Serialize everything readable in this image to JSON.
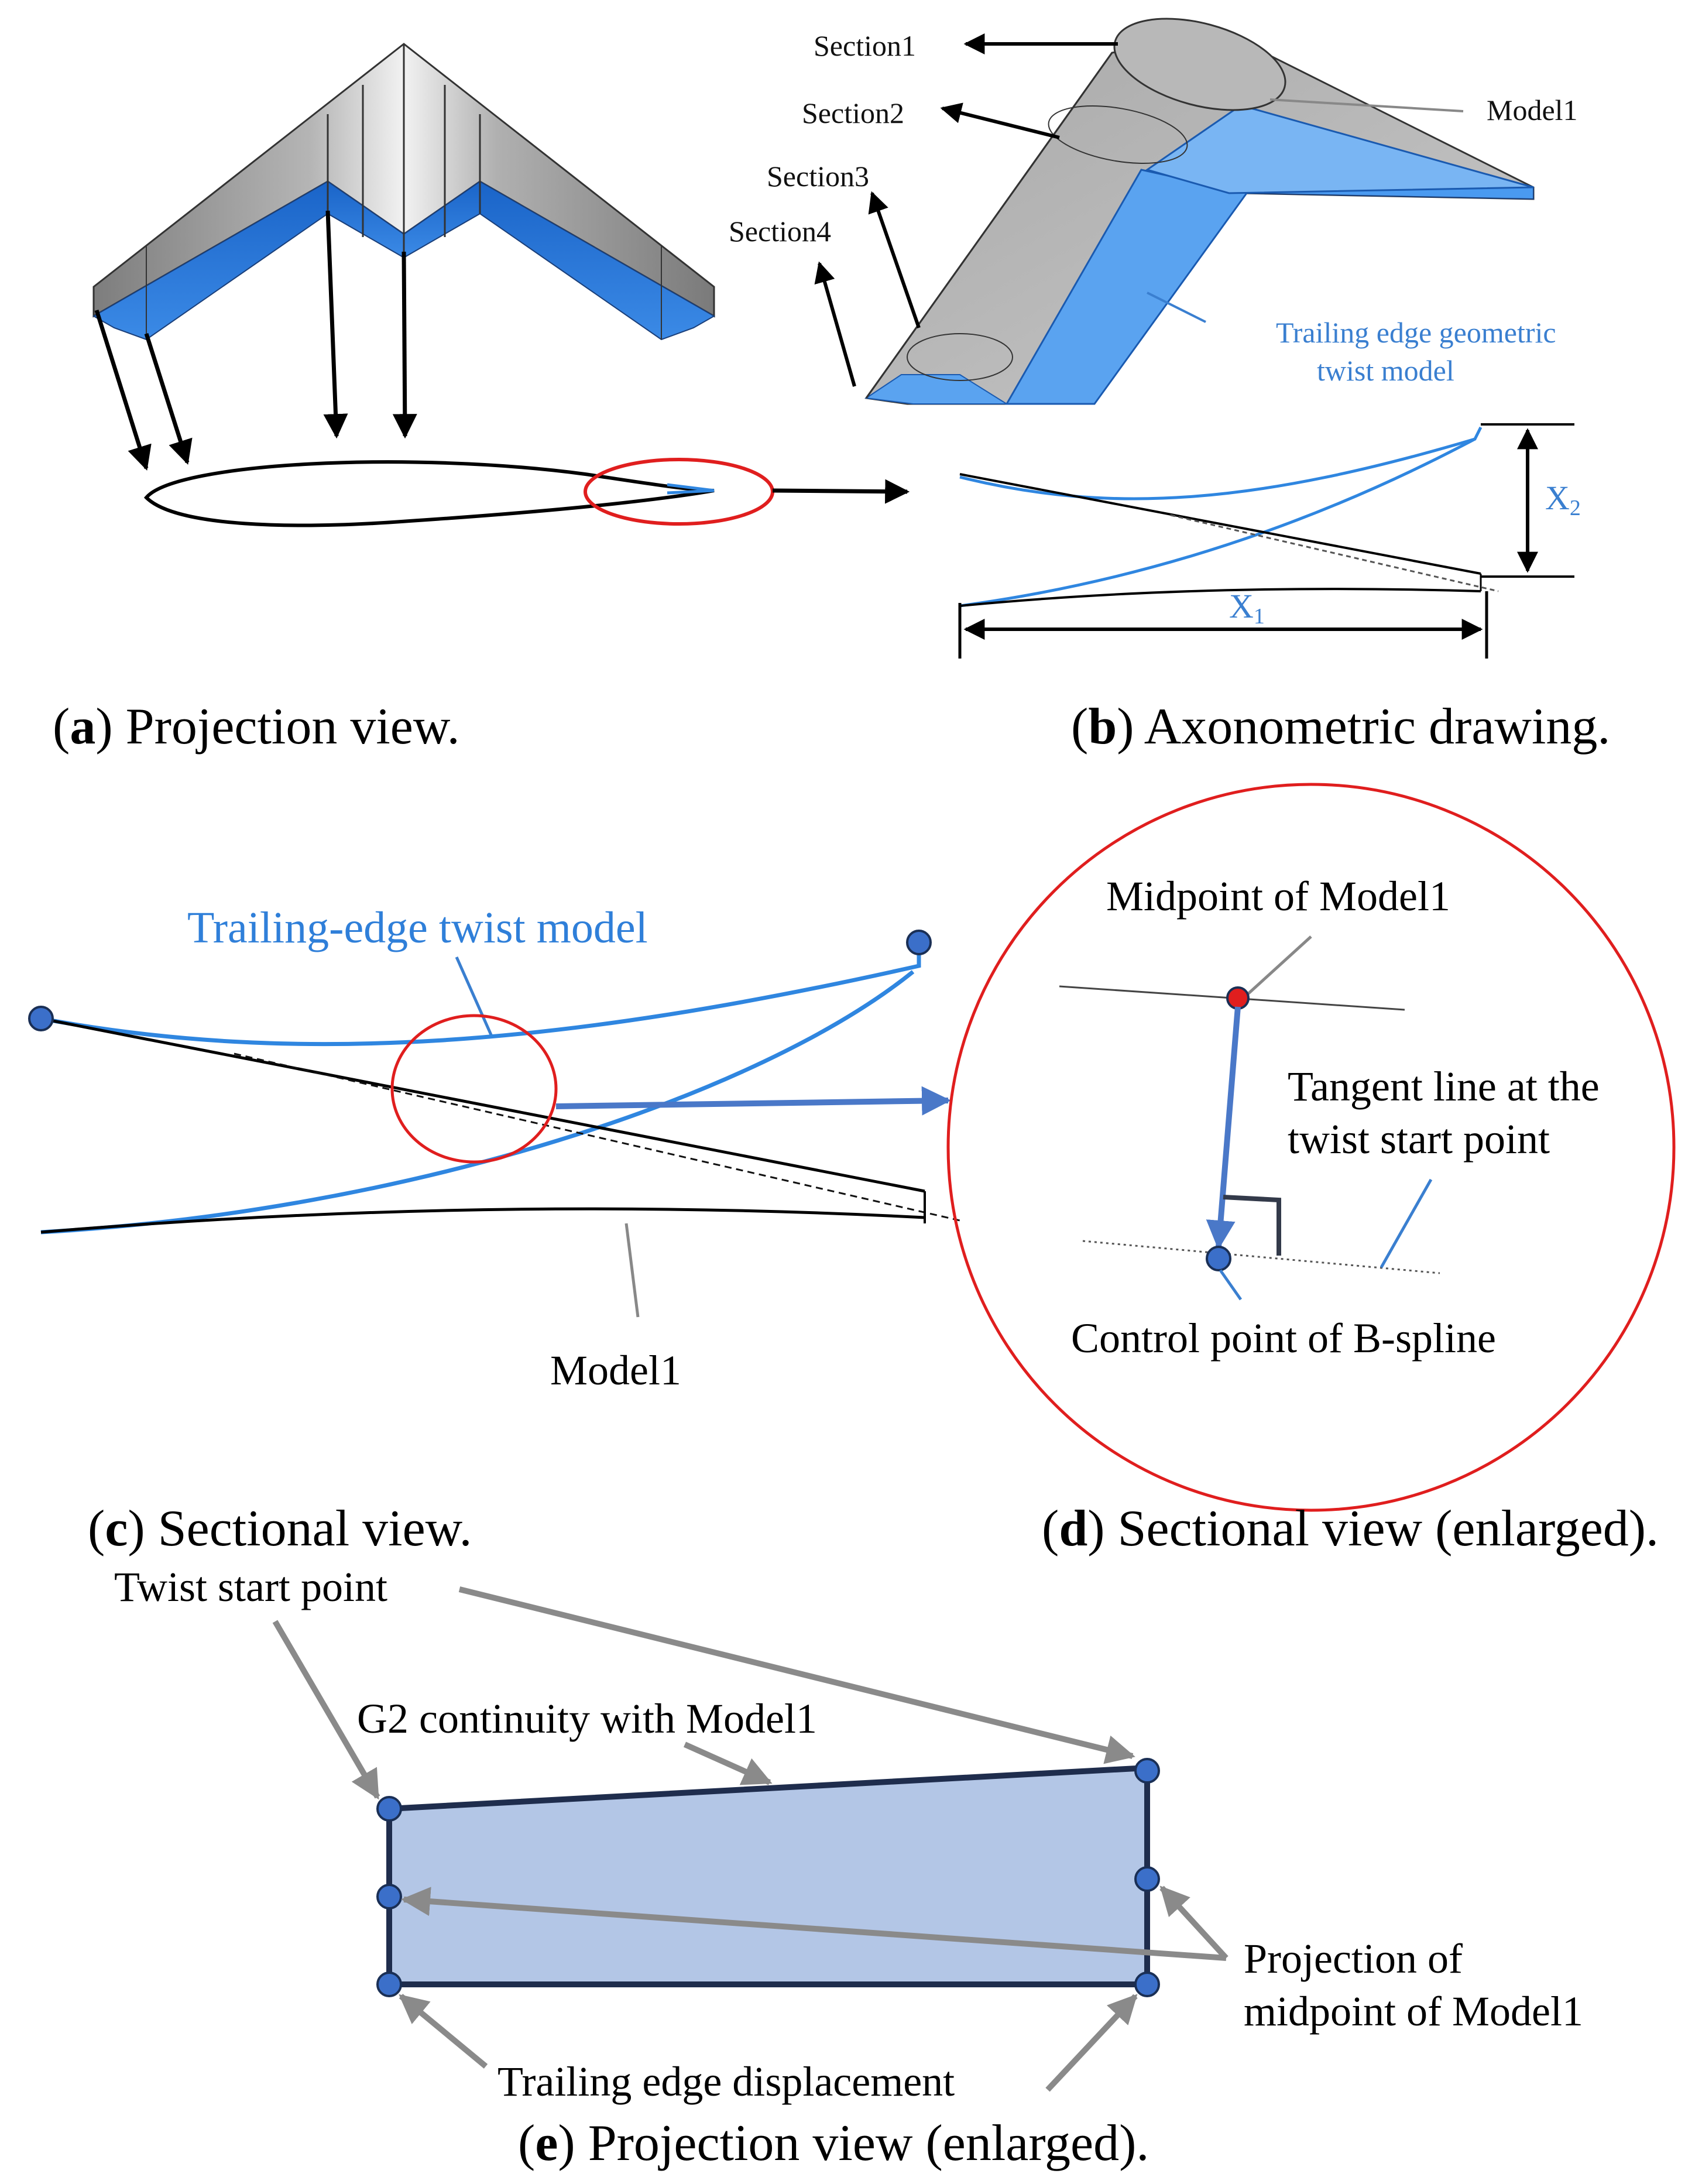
{
  "panel_a": {
    "caption_letter": "a",
    "caption_text": "Projection view."
  },
  "panel_b": {
    "caption_letter": "b",
    "caption_text": "Axonometric drawing.",
    "section_labels": [
      "Section1",
      "Section2",
      "Section3",
      "Section4"
    ],
    "model_label": "Model1",
    "twist_label_line1": "Trailing edge geometric",
    "twist_label_line2": "twist model",
    "dim_x1": "X",
    "dim_x1_sub": "1",
    "dim_x2": "X",
    "dim_x2_sub": "2"
  },
  "panel_c": {
    "caption_letter": "c",
    "caption_text": "Sectional view.",
    "twist_model_label": "Trailing-edge twist model",
    "model_label": "Model1"
  },
  "panel_d": {
    "caption_letter": "d",
    "caption_text": "Sectional view (enlarged).",
    "midpoint_label": "Midpoint of Model1",
    "tangent_label_line1": "Tangent line at the",
    "tangent_label_line2": "twist start point",
    "control_point_label": "Control point of B-spline"
  },
  "panel_e": {
    "caption_letter": "e",
    "caption_text": "Projection view (enlarged).",
    "twist_start_label": "Twist start point",
    "g2_label": "G2 continuity with Model1",
    "projection_label_line1": "Projection of",
    "projection_label_line2": "midpoint of Model1",
    "displacement_label": "Trailing edge displacement"
  },
  "colors": {
    "blue_line": "#2f86e0",
    "blue_fill": "#b3c6e6",
    "dark_navy": "#1f2d4d",
    "point_fill": "#3b6fc9",
    "red_circle": "#e01e1e",
    "gray_arrow": "#8a8a8a",
    "wing_gray": "#9c9c9c",
    "wing_blue": "#1e6fd6"
  }
}
